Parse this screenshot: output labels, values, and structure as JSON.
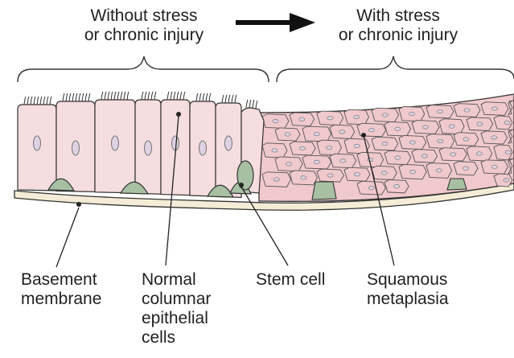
{
  "headers": {
    "without": {
      "line1": "Without stress",
      "line2": "or chronic injury"
    },
    "with": {
      "line1": "With stress",
      "line2": "or chronic injury"
    }
  },
  "labels": {
    "basement": {
      "line1": "Basement",
      "line2": "membrane"
    },
    "normal": {
      "line1": "Normal",
      "line2": "columnar",
      "line3": "epithelial",
      "line4": "cells"
    },
    "stem": "Stem cell",
    "squamous": {
      "line1": "Squamous",
      "line2": "metaplasia"
    }
  },
  "colors": {
    "columnar_fill": "#f6dde0",
    "squamous_fill": "#f0c9cc",
    "stem_fill": "#a8c0a2",
    "nucleus_fill": "#ded2e4",
    "membrane_fill": "#f4ecd6",
    "stroke": "#333333"
  }
}
